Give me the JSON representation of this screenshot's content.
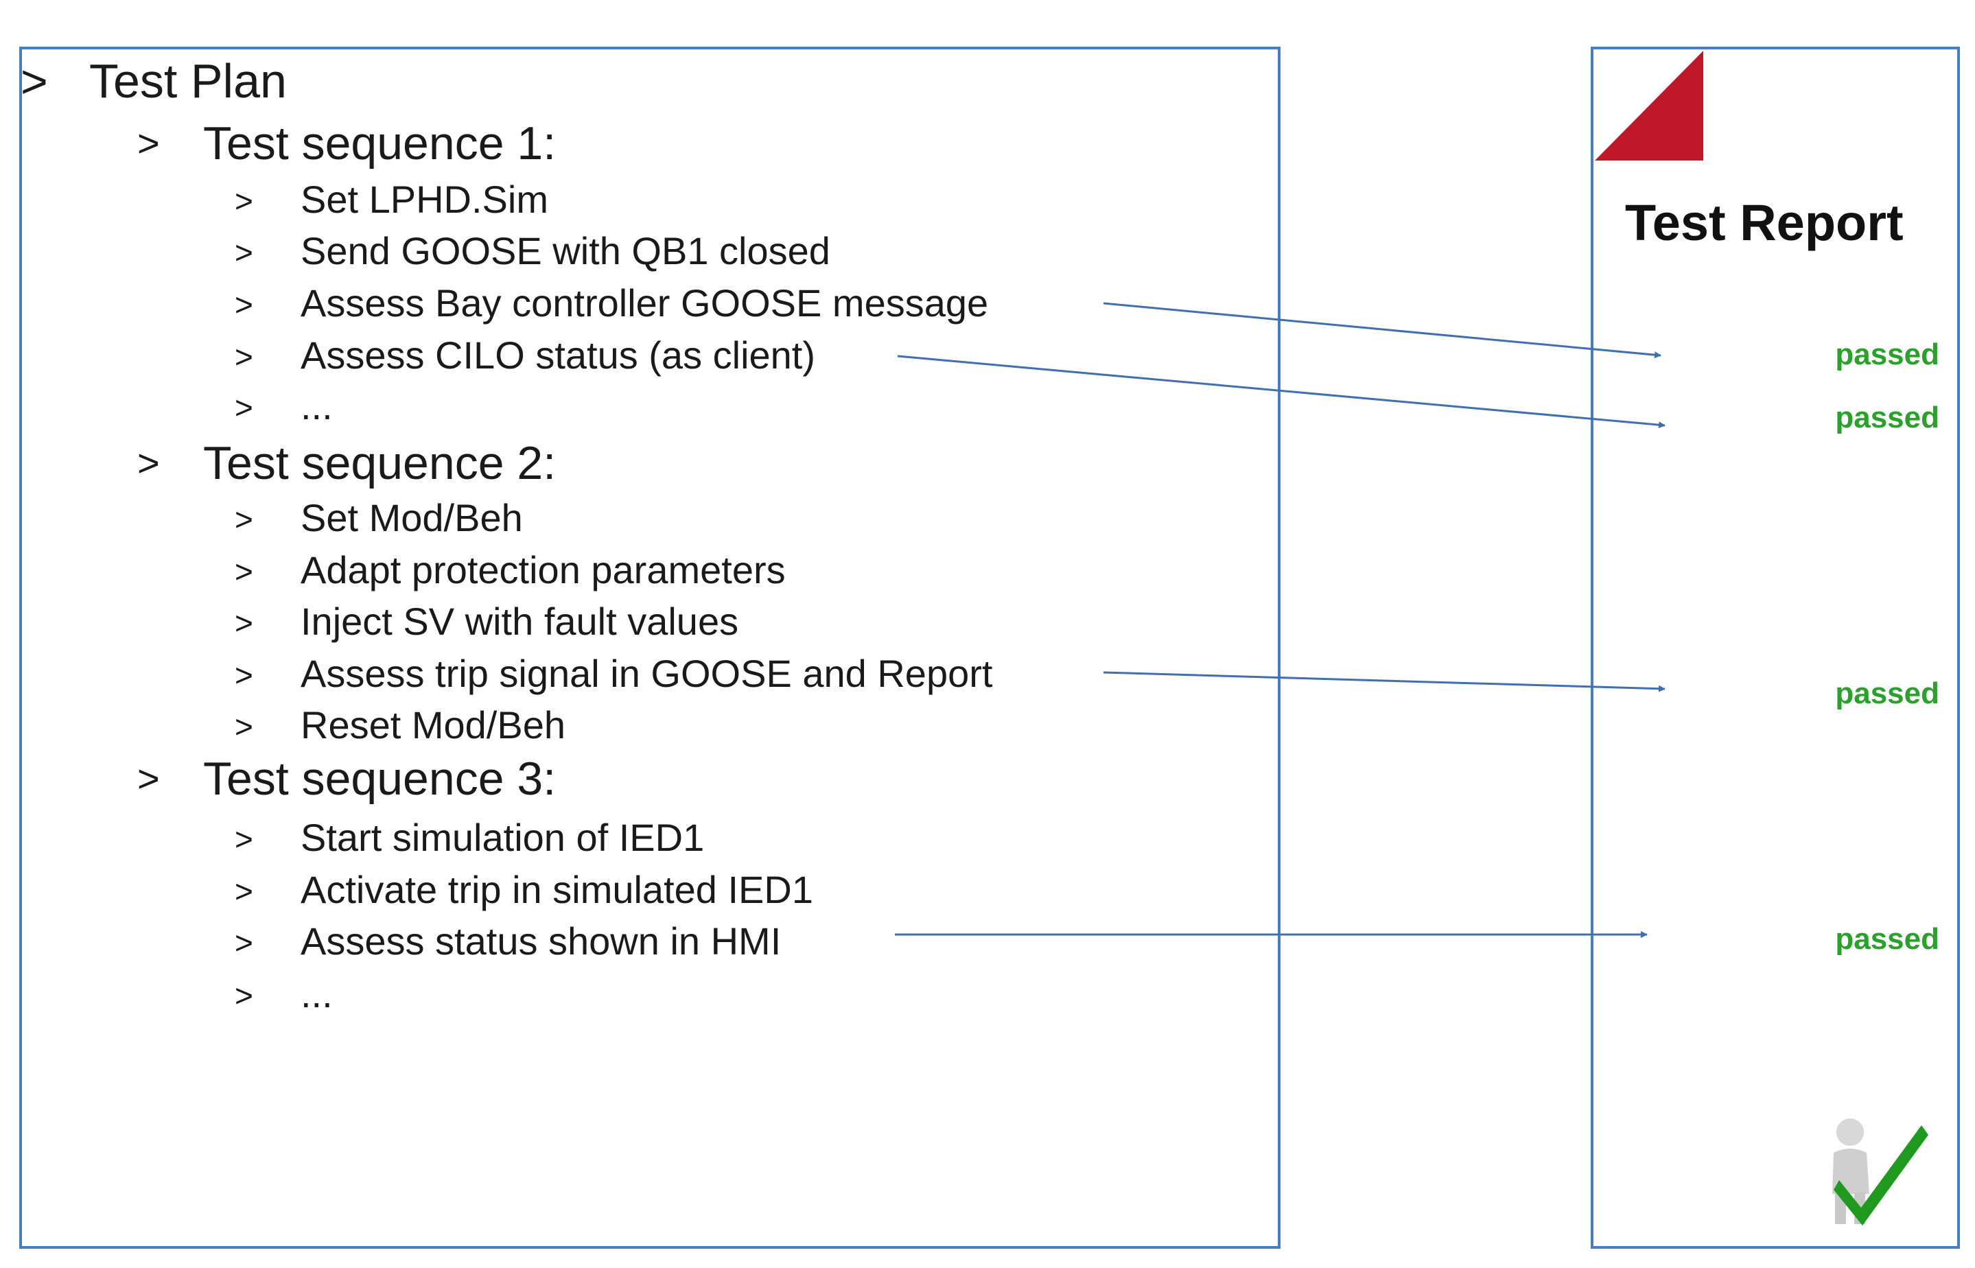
{
  "plan": {
    "title": "Test Plan",
    "bullet": ">",
    "sequences": [
      {
        "title": "Test sequence 1:",
        "steps": [
          "Set LPHD.Sim",
          "Send GOOSE with QB1 closed",
          "Assess Bay controller GOOSE message",
          "Assess CILO status (as client)",
          "..."
        ]
      },
      {
        "title": "Test sequence 2:",
        "steps": [
          "Set Mod/Beh",
          "Adapt protection parameters",
          "Inject SV with fault values",
          "Assess trip signal in GOOSE and Report",
          "Reset Mod/Beh"
        ]
      },
      {
        "title": "Test sequence 3:",
        "steps": [
          "Start simulation of IED1",
          "Activate trip in simulated IED1",
          "Assess status shown in HMI",
          "..."
        ]
      }
    ]
  },
  "report": {
    "title": "Test Report",
    "results": [
      "passed",
      "passed",
      "passed",
      "passed"
    ]
  },
  "colors": {
    "border": "#4a7ec2",
    "arrow": "#3f6fb0",
    "corner": "#c0182a",
    "passed": "#2aa12a",
    "check": "#1f9a1f"
  },
  "icons": {
    "corner": "red-corner-triangle-icon",
    "approval": "figure-with-checkmark-icon"
  }
}
